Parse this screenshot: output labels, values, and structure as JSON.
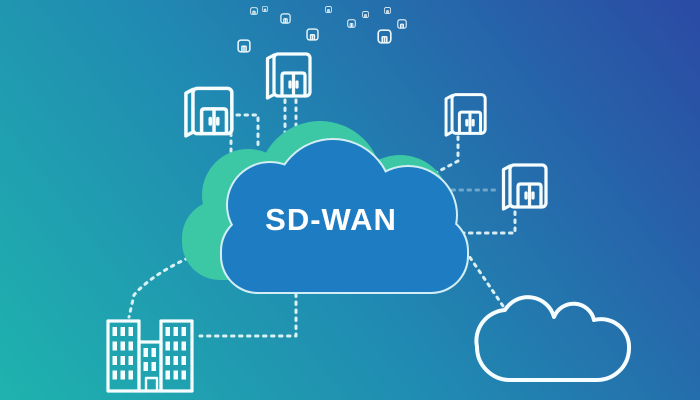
{
  "diagram": {
    "label": "SD-WAN",
    "colors": {
      "bg": [
        "#1fb3ae",
        "#2089b2",
        "#2b4aa4"
      ],
      "cloud_front": "#1e7cc2",
      "cloud_back": "#3cc8a5",
      "cloud_outline": "#d2eef4",
      "icon_stroke": "#f6fdfe",
      "dash_line": "#e9f8fa",
      "label_color": "#ffffff"
    },
    "nodes": [
      {
        "id": "sdwan-cloud",
        "type": "cloud",
        "label": "SD-WAN"
      },
      {
        "id": "branch-office-left",
        "type": "branch-building"
      },
      {
        "id": "branch-office-top",
        "type": "branch-building"
      },
      {
        "id": "branch-office-right-upper",
        "type": "branch-building"
      },
      {
        "id": "branch-office-right-lower",
        "type": "branch-building"
      },
      {
        "id": "headquarters-building",
        "type": "office-building"
      },
      {
        "id": "internet-cloud",
        "type": "outline-cloud"
      },
      {
        "id": "remote-mini-sites",
        "type": "mini-building-cluster",
        "count": 11
      }
    ],
    "connections": [
      {
        "from": "branch-office-left",
        "to": "sdwan-cloud",
        "style": "dashed"
      },
      {
        "from": "branch-office-left",
        "to": "sdwan-cloud",
        "style": "dashed-elbow"
      },
      {
        "from": "branch-office-top",
        "to": "sdwan-cloud",
        "style": "dashed-double"
      },
      {
        "from": "branch-office-right-upper",
        "to": "sdwan-cloud",
        "style": "dashed"
      },
      {
        "from": "branch-office-right-lower",
        "to": "sdwan-cloud",
        "style": "dashed-faint"
      },
      {
        "from": "branch-office-right-lower",
        "to": "sdwan-cloud",
        "style": "dashed-elbow"
      },
      {
        "from": "headquarters-building",
        "to": "sdwan-cloud",
        "style": "dashed-curve"
      },
      {
        "from": "headquarters-building",
        "to": "sdwan-cloud",
        "style": "dashed-elbow"
      },
      {
        "from": "internet-cloud",
        "to": "sdwan-cloud",
        "style": "dashed"
      }
    ]
  }
}
